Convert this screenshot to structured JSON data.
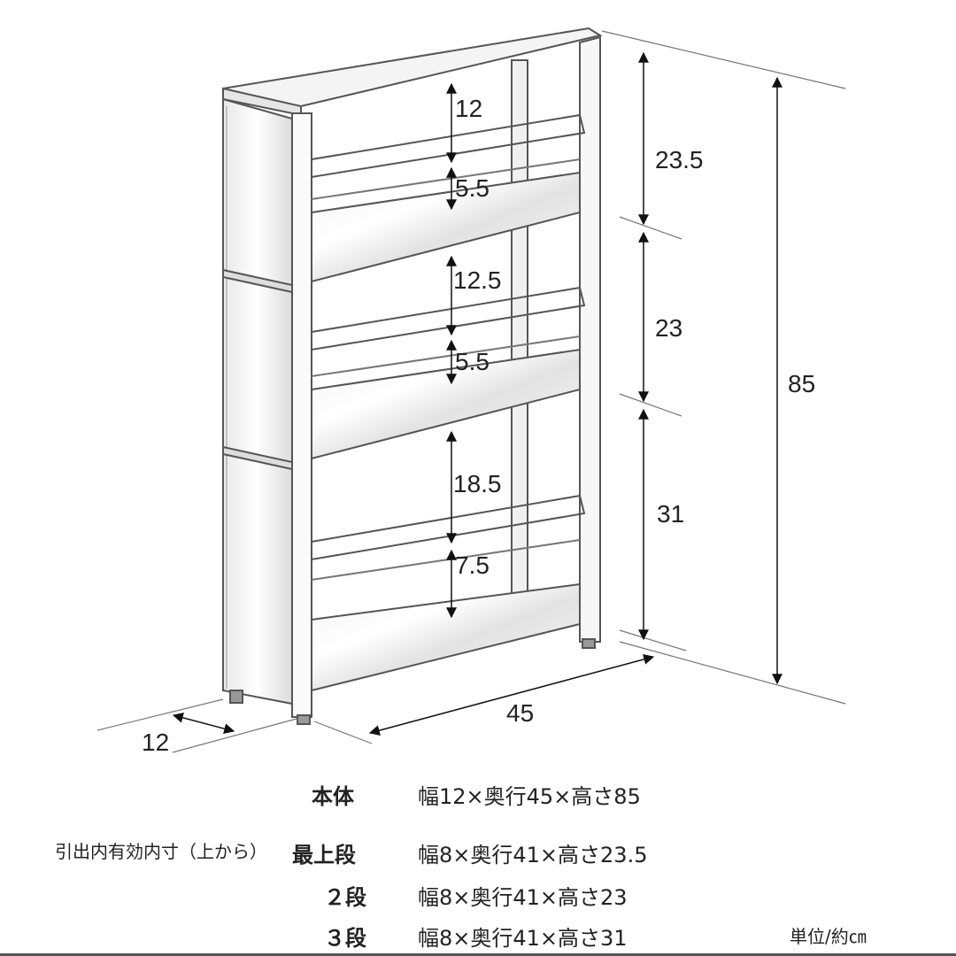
{
  "dimensions": {
    "drawer1_top_gap": "12",
    "drawer1_rail": "5.5",
    "drawer2_top_gap": "12.5",
    "drawer2_rail": "5.5",
    "drawer3_top_gap": "18.5",
    "drawer3_rail": "7.5",
    "tier1_height": "23.5",
    "tier2_height": "23",
    "tier3_height": "31",
    "total_height": "85",
    "width": "12",
    "depth": "45"
  },
  "specs": {
    "body_label": "本体",
    "body_value": "幅12×奥行45×高さ85",
    "inner_note": "引出内有効内寸（上から）",
    "rows": [
      {
        "label": "最上段",
        "value": "幅8×奥行41×高さ23.5"
      },
      {
        "label": "２段",
        "value": "幅8×奥行41×高さ23"
      },
      {
        "label": "３段",
        "value": "幅8×奥行41×高さ31"
      }
    ],
    "unit": "単位/約㎝"
  }
}
